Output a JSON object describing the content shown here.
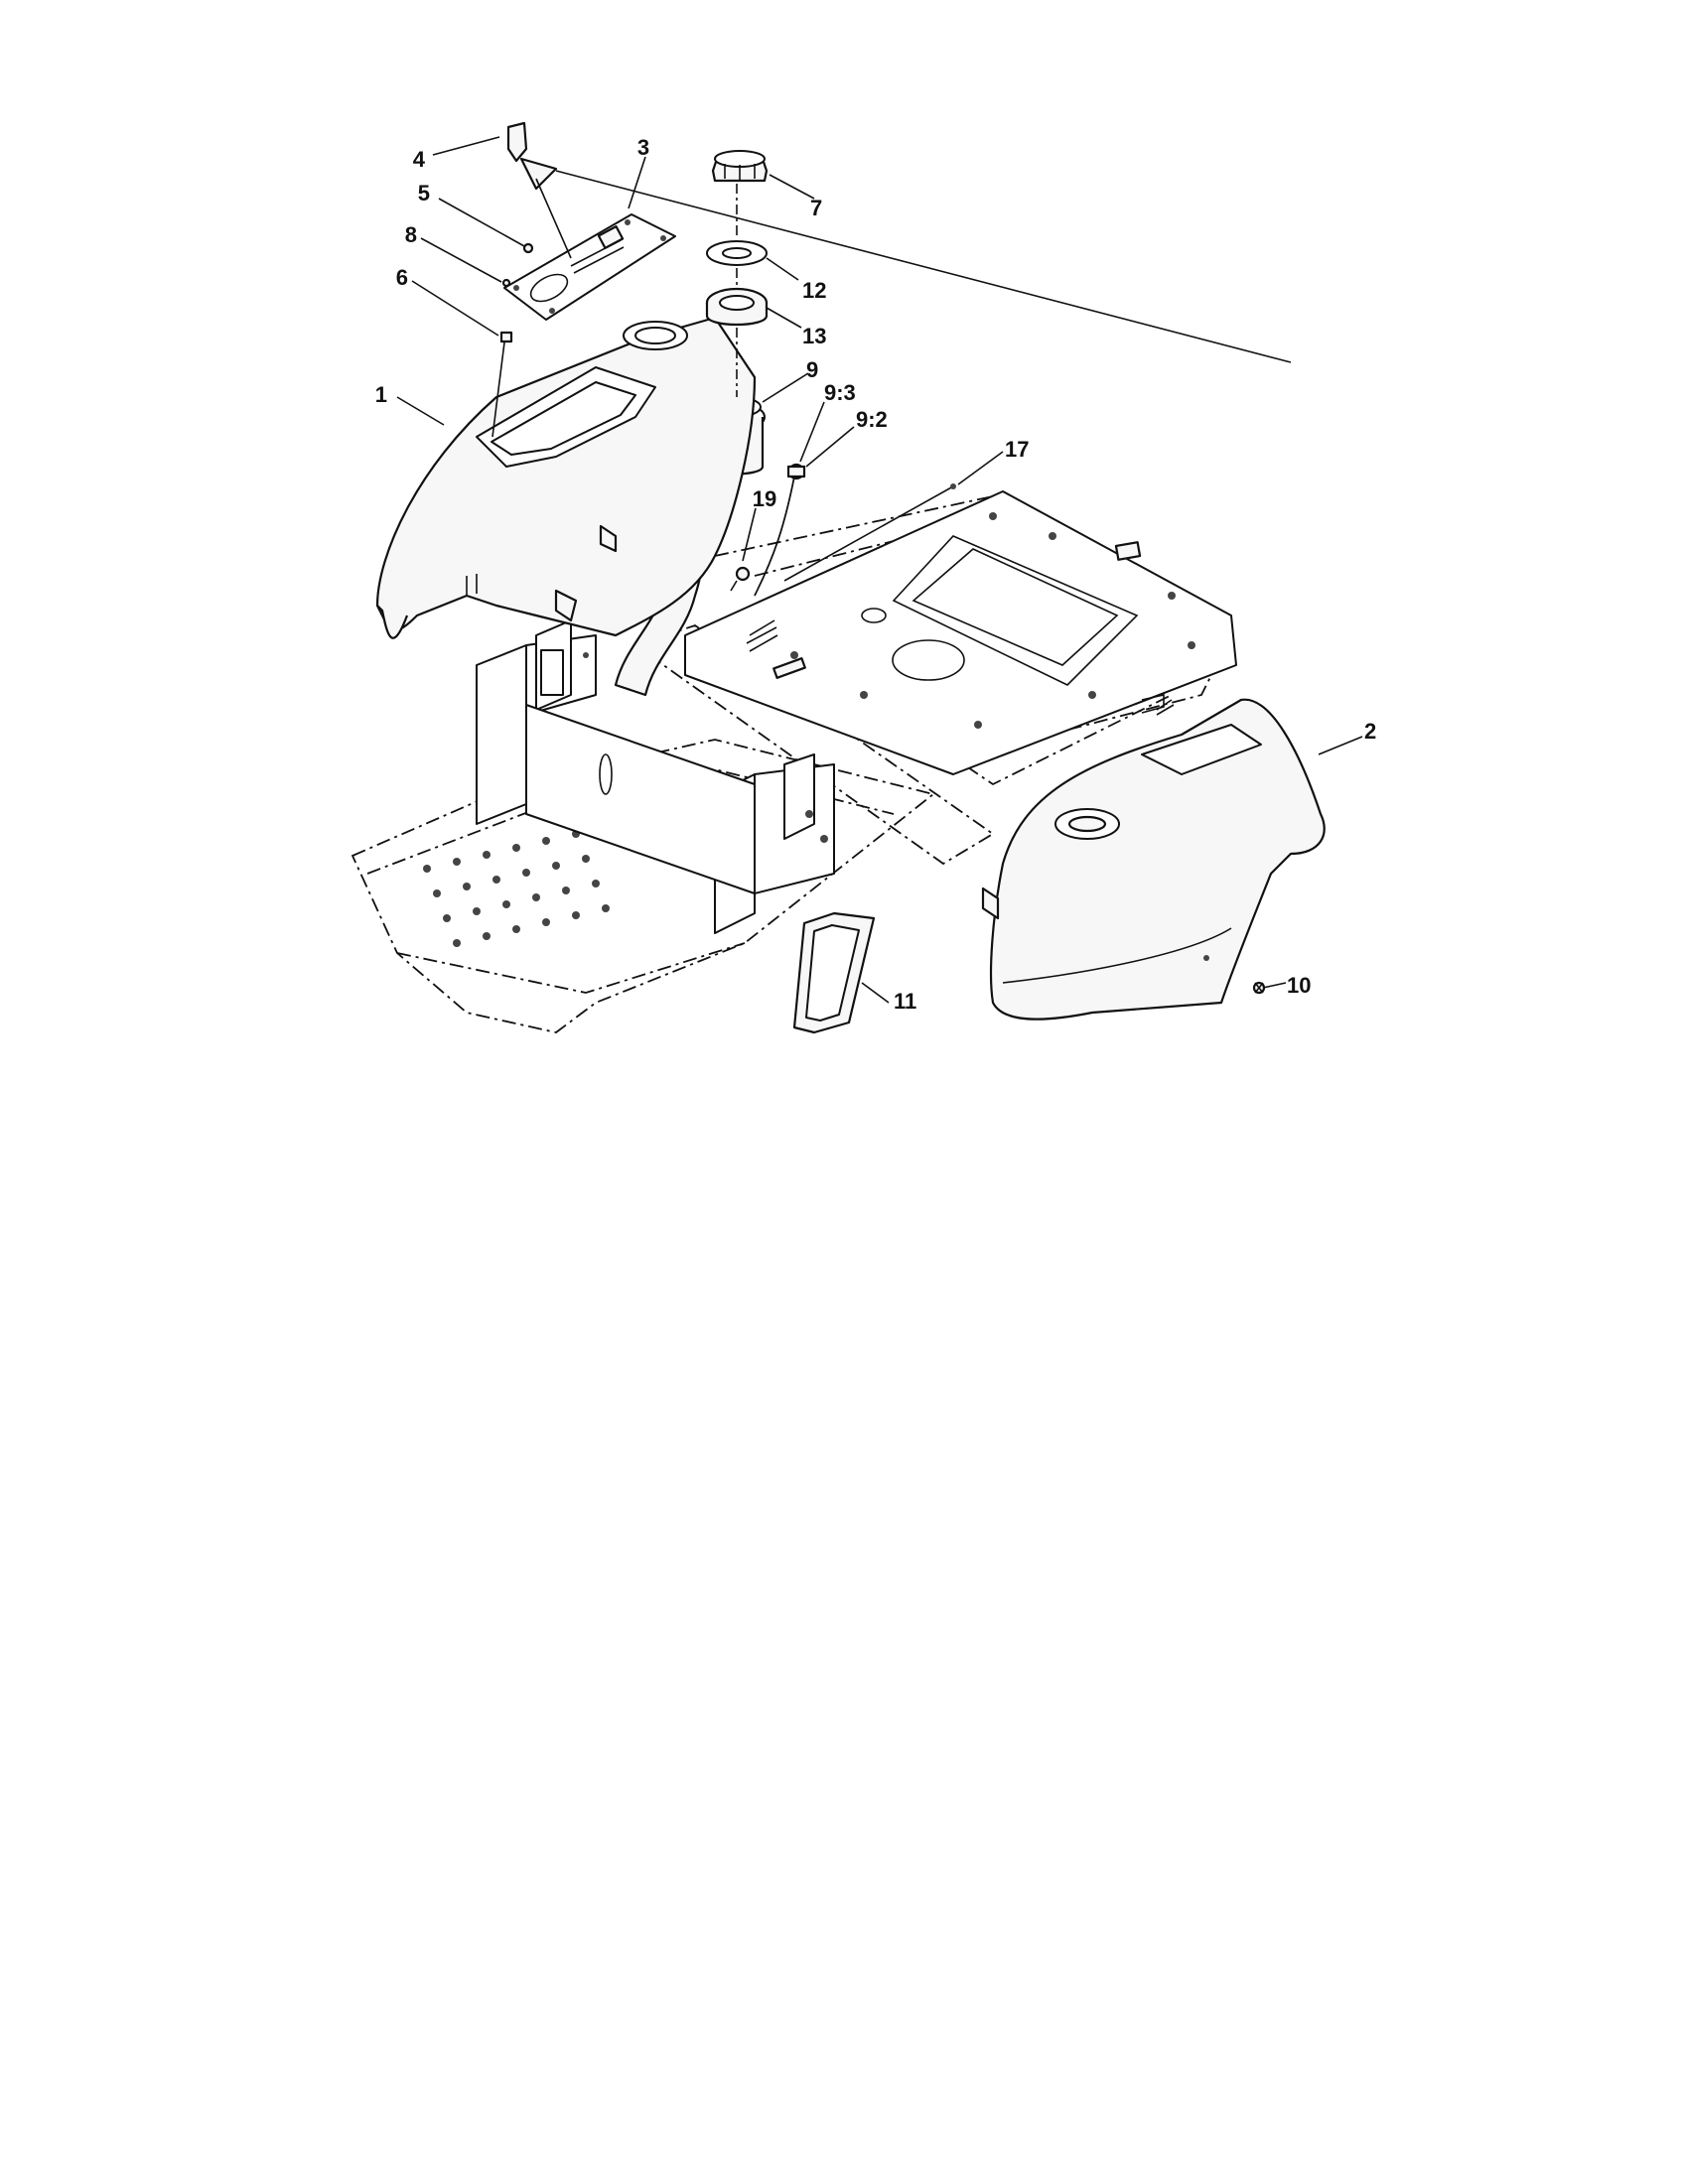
{
  "diagram": {
    "type": "exploded-parts-view",
    "callouts": {
      "c1": "1",
      "c2": "2",
      "c3": "3",
      "c4": "4",
      "c5": "5",
      "c6": "6",
      "c7": "7",
      "c8": "8",
      "c9": "9",
      "c9_3": "9:3",
      "c9_2": "9:2",
      "c10": "10",
      "c11": "11",
      "c12": "12",
      "c13": "13",
      "c17": "17",
      "c19": "19"
    }
  }
}
